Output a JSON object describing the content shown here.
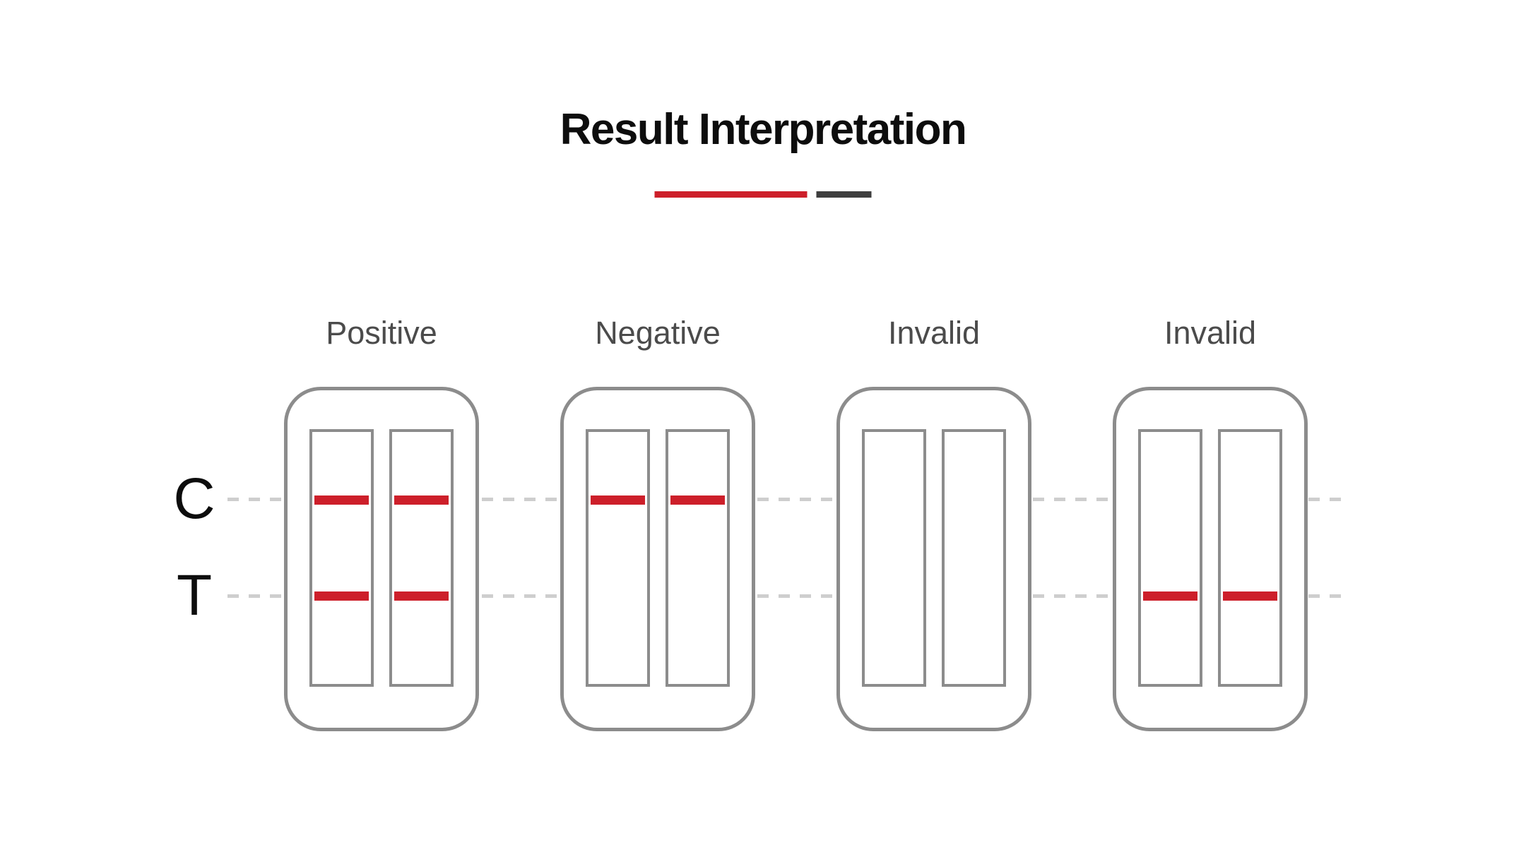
{
  "page": {
    "title": "Result Interpretation"
  },
  "divider": {
    "red_bar_color": "#cd1f2a",
    "dark_bar_color": "#3e3e3e"
  },
  "axis": {
    "rows": [
      {
        "key": "C",
        "label": "C",
        "meaning": "control-line-row"
      },
      {
        "key": "T",
        "label": "T",
        "meaning": "test-line-row"
      }
    ]
  },
  "cassettes": [
    {
      "label": "Positive",
      "strips": [
        {
          "c_line": true,
          "t_line": true
        },
        {
          "c_line": true,
          "t_line": true
        }
      ]
    },
    {
      "label": "Negative",
      "strips": [
        {
          "c_line": true,
          "t_line": false
        },
        {
          "c_line": true,
          "t_line": false
        }
      ]
    },
    {
      "label": "Invalid",
      "strips": [
        {
          "c_line": false,
          "t_line": false
        },
        {
          "c_line": false,
          "t_line": false
        }
      ]
    },
    {
      "label": "Invalid",
      "strips": [
        {
          "c_line": false,
          "t_line": true
        },
        {
          "c_line": false,
          "t_line": true
        }
      ]
    }
  ],
  "colors": {
    "line_red": "#cd1f2a",
    "divider_dark": "#3e3e3e",
    "casing_border": "#8c8c8c",
    "strip_border": "#8c8c8c",
    "dash_gray": "#cecece",
    "label_text": "#4b4b4b",
    "title_text": "#0d0d0d"
  }
}
